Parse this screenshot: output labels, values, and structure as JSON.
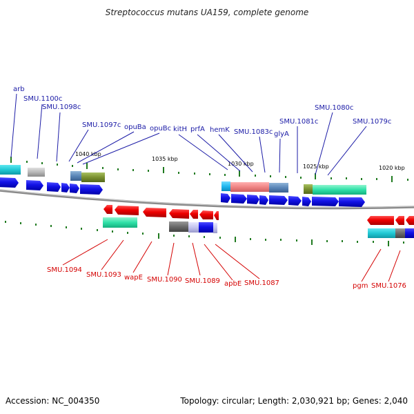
{
  "title": "Streptococcus mutans UA159, complete genome",
  "footer": {
    "accession": "Accession: NC_004350",
    "topology": "Topology: circular; Length: 2,030,921 bp; Genes: 2,040"
  },
  "scale_labels": [
    "1040 kbp",
    "1035 kbp",
    "1030 kbp",
    "1025 kbp",
    "1020 kbp"
  ],
  "top_labels": [
    "arb",
    "SMU.1100c",
    "SMU.1098c",
    "SMU.1097c",
    "opuBa",
    "opuBc",
    "kitH",
    "prfA",
    "hemK",
    "SMU.1083c",
    "glyA",
    "SMU.1081c",
    "SMU.1080c",
    "SMU.1079c"
  ],
  "bottom_labels": [
    "SMU.1094",
    "SMU.1093",
    "wapE",
    "SMU.1090",
    "SMU.1089",
    "apbE",
    "SMU.1087",
    "pgm",
    "SMU.1076"
  ],
  "colors": {
    "forward_gene": "#1010e0",
    "reverse_gene": "#e80000",
    "top_label": "#1a1aa6",
    "bottom_label": "#d40000",
    "backbone": "#808080",
    "tick": "#1f7a1f"
  }
}
